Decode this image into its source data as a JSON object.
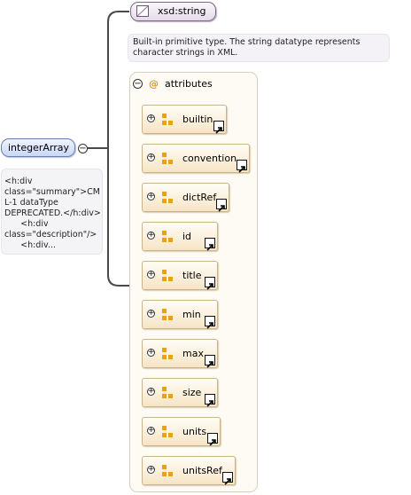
{
  "root": {
    "name": "integerArray",
    "description": "<h:div\nclass=\"summary\">CM\nL-1 dataType\nDEPRECATED.</h:div>\n      <h:div\nclass=\"description\"/>\n      <h:div..."
  },
  "type": {
    "name": "xsd:string",
    "description": "Built-in primitive type. The string datatype represents\ncharacter strings in XML."
  },
  "attributes": {
    "header": "attributes",
    "items": [
      {
        "label": "builtin"
      },
      {
        "label": "convention"
      },
      {
        "label": "dictRef"
      },
      {
        "label": "id"
      },
      {
        "label": "title"
      },
      {
        "label": "min"
      },
      {
        "label": "max"
      },
      {
        "label": "size"
      },
      {
        "label": "units"
      },
      {
        "label": "unitsRef"
      }
    ]
  },
  "colors": {
    "root_border": "#6a7fae",
    "type_border": "#7a6a86",
    "attribute_accent": "#e7a318",
    "connector": "#4a4a4a"
  }
}
